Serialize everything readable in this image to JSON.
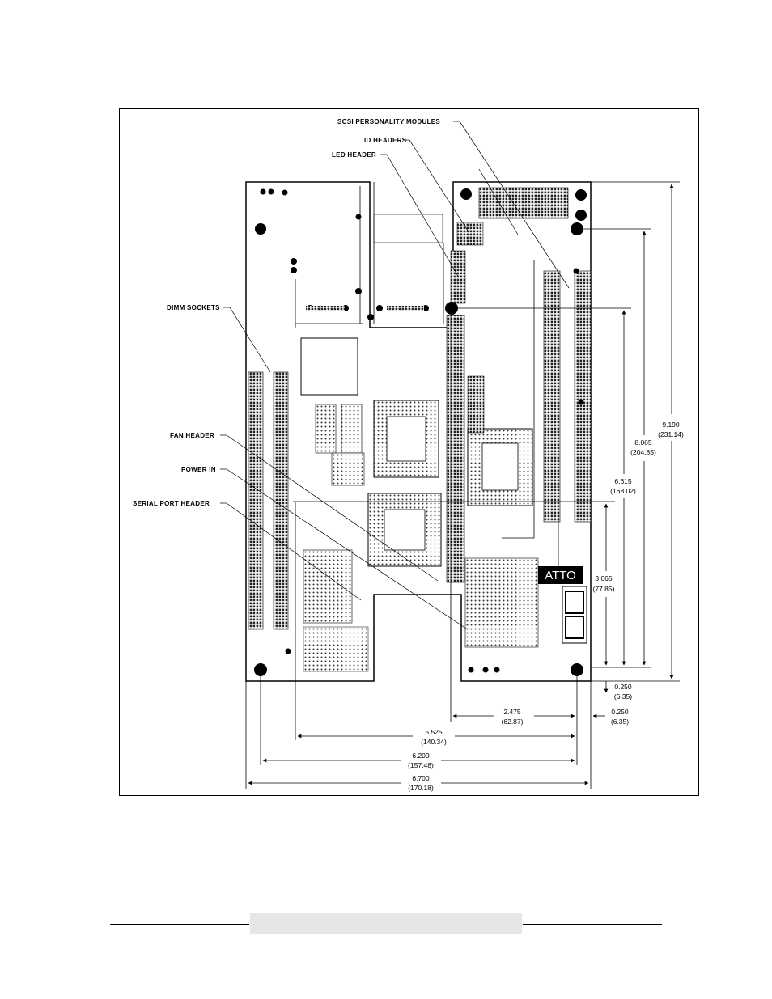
{
  "callouts": {
    "scsi": "SCSI PERSONALITY MODULES",
    "id_headers": "ID HEADERS",
    "led_header": "LED HEADER",
    "dimm": "DIMM SOCKETS",
    "fan": "FAN HEADER",
    "power": "POWER IN",
    "serial": "SERIAL PORT HEADER"
  },
  "board_logo": "ATTO",
  "dimensions": {
    "d9190": {
      "inch": "9.190",
      "mm": "(231.14)"
    },
    "d8065": {
      "inch": "8.065",
      "mm": "(204.85)"
    },
    "d6615": {
      "inch": "6.615",
      "mm": "(168.02)"
    },
    "d3065": {
      "inch": "3.065",
      "mm": "(77.85)"
    },
    "d0250a": {
      "inch": "0.250",
      "mm": "(6.35)"
    },
    "d0250b": {
      "inch": "0.250",
      "mm": "(6.35)"
    },
    "d2475": {
      "inch": "2.475",
      "mm": "(62.87)"
    },
    "d5525": {
      "inch": "5.525",
      "mm": "(140.34)"
    },
    "d6200": {
      "inch": "6.200",
      "mm": "(157.48)"
    },
    "d6700": {
      "inch": "6.700",
      "mm": "(170.18)"
    }
  }
}
